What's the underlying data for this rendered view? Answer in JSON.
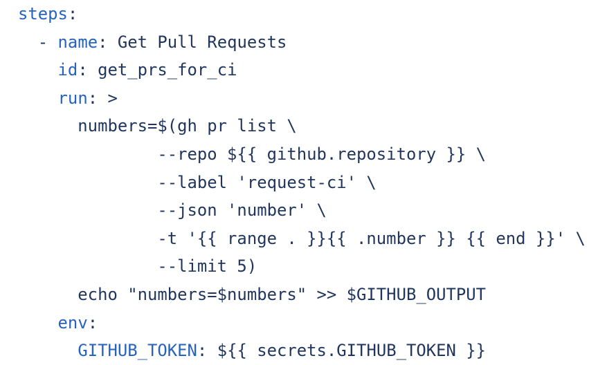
{
  "page": {
    "background": "#ffffff",
    "description": "YAML code snippet of a GitHub Actions workflow step"
  },
  "colors": {
    "key": "#2563bf",
    "text": "#1f355e"
  },
  "code": {
    "language": "yaml",
    "lines": [
      {
        "tokens": [
          {
            "type": "key",
            "text": "steps"
          },
          {
            "type": "plain",
            "text": ":"
          }
        ]
      },
      {
        "tokens": [
          {
            "type": "plain",
            "text": "  - "
          },
          {
            "type": "key",
            "text": "name"
          },
          {
            "type": "plain",
            "text": ": Get Pull Requests"
          }
        ]
      },
      {
        "tokens": [
          {
            "type": "plain",
            "text": "    "
          },
          {
            "type": "key",
            "text": "id"
          },
          {
            "type": "plain",
            "text": ": get_prs_for_ci"
          }
        ]
      },
      {
        "tokens": [
          {
            "type": "plain",
            "text": "    "
          },
          {
            "type": "key",
            "text": "run"
          },
          {
            "type": "plain",
            "text": ": >"
          }
        ]
      },
      {
        "tokens": [
          {
            "type": "plain",
            "text": "      numbers=$(gh pr list \\"
          }
        ]
      },
      {
        "tokens": [
          {
            "type": "plain",
            "text": "              --repo ${{ github.repository }} \\"
          }
        ]
      },
      {
        "tokens": [
          {
            "type": "plain",
            "text": "              --label 'request-ci' \\"
          }
        ]
      },
      {
        "tokens": [
          {
            "type": "plain",
            "text": "              --json 'number' \\"
          }
        ]
      },
      {
        "tokens": [
          {
            "type": "plain",
            "text": "              -t '{{ range . }}{{ .number }} {{ end }}' \\"
          }
        ]
      },
      {
        "tokens": [
          {
            "type": "plain",
            "text": "              --limit 5)"
          }
        ]
      },
      {
        "tokens": [
          {
            "type": "plain",
            "text": "      echo \"numbers=$numbers\" >> $GITHUB_OUTPUT"
          }
        ]
      },
      {
        "tokens": [
          {
            "type": "plain",
            "text": "    "
          },
          {
            "type": "key",
            "text": "env"
          },
          {
            "type": "plain",
            "text": ":"
          }
        ]
      },
      {
        "tokens": [
          {
            "type": "plain",
            "text": "      "
          },
          {
            "type": "key",
            "text": "GITHUB_TOKEN"
          },
          {
            "type": "plain",
            "text": ": ${{ secrets.GITHUB_TOKEN }}"
          }
        ]
      }
    ]
  }
}
